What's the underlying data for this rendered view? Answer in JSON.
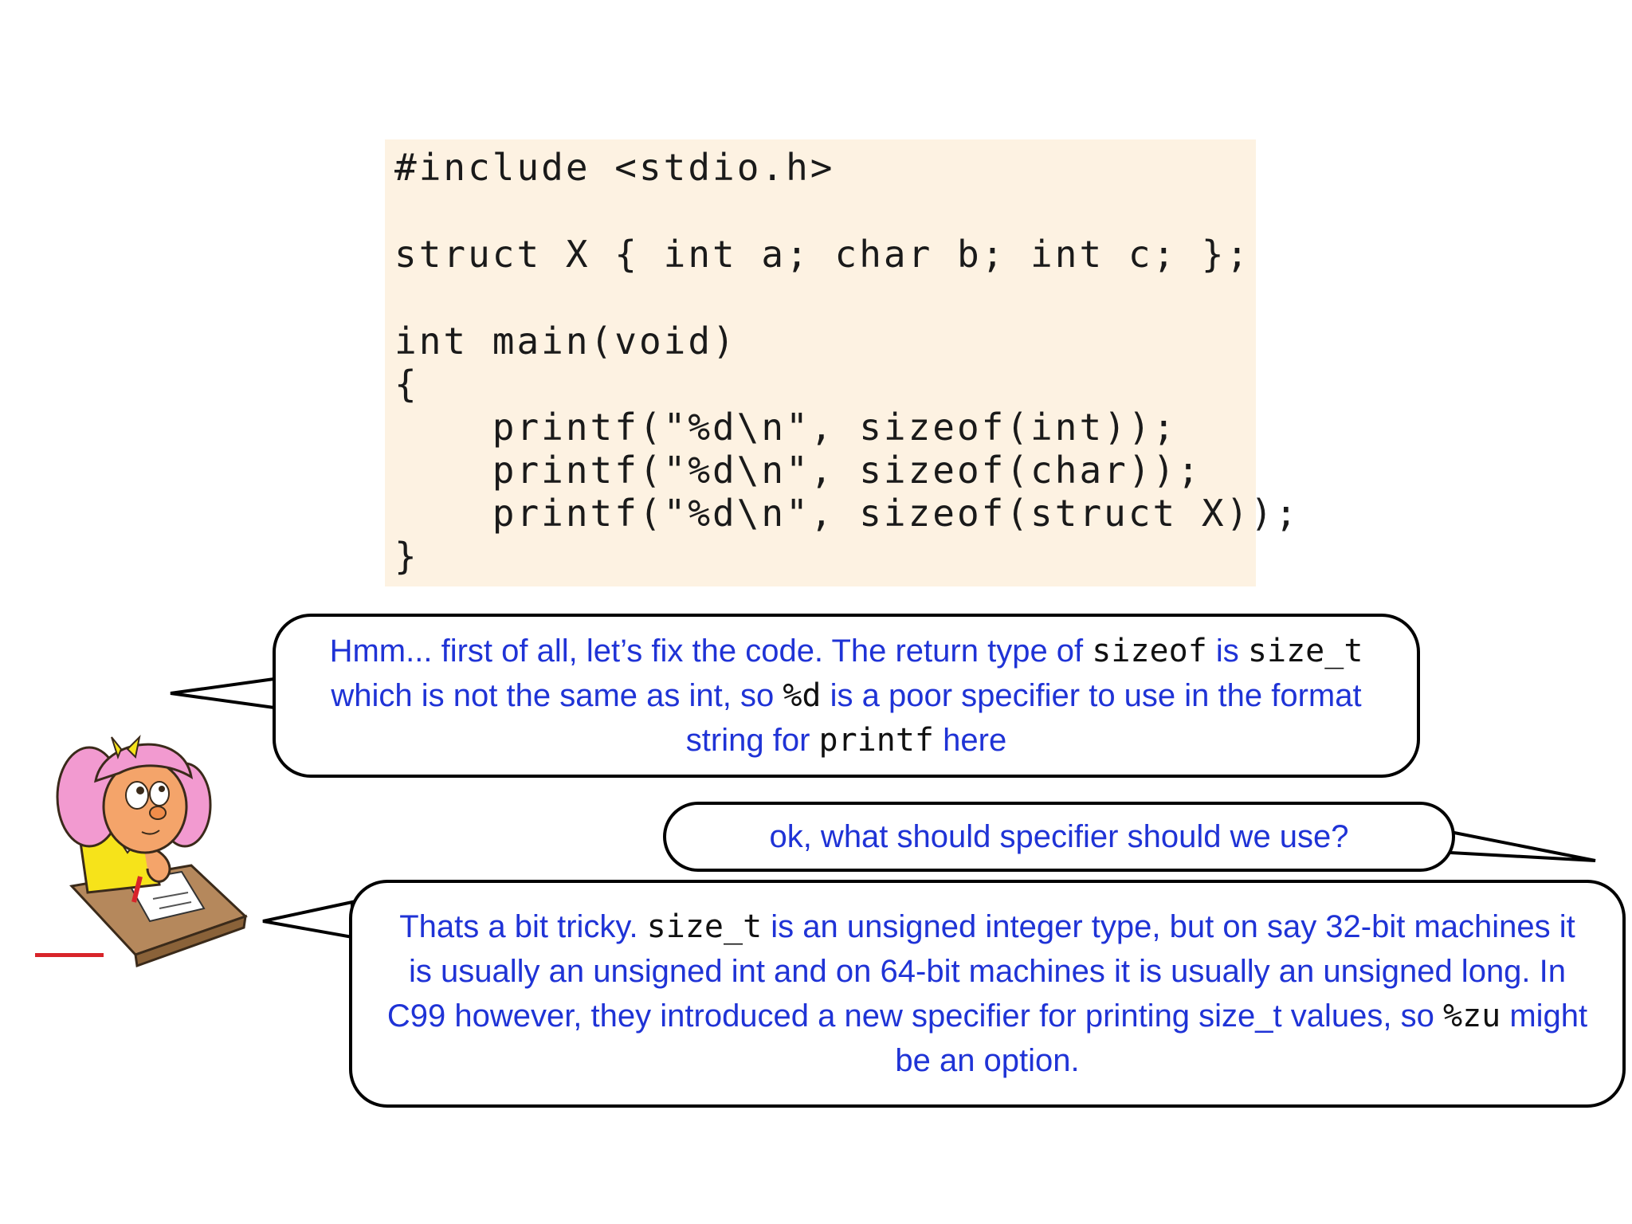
{
  "code": {
    "lines": [
      "#include <stdio.h>",
      "struct X { int a; char b; int c; };",
      "int main(void)",
      "{",
      "    printf(\"%d\\n\", sizeof(int));",
      "    printf(\"%d\\n\", sizeof(char));",
      "    printf(\"%d\\n\", sizeof(struct X));",
      "}"
    ]
  },
  "bubble1": {
    "t1": "Hmm... first of all, let’s fix the code. The return type of ",
    "c1": "sizeof",
    "t2": " is ",
    "c2": "size_t",
    "t3": " which is not the same as int, so ",
    "c3": "%d",
    "t4": " is a poor specifier to use in the format string for ",
    "c4": "printf",
    "t5": " here"
  },
  "bubble2": {
    "text": "ok, what should specifier should we use?"
  },
  "bubble3": {
    "t1": "Thats a bit tricky. ",
    "c1": "size_t",
    "t2": " is an unsigned integer type, but on say 32-bit machines it is usually an unsigned int and on 64-bit machines it is usually an unsigned long. In C99 however, they introduced a new specifier for printing size_t values, so ",
    "c2": "%zu",
    "t3": " might be an option."
  },
  "colors": {
    "code_background": "#fdf2e2",
    "bubble_text": "#1f33d6",
    "code_text": "#1a1a1a"
  }
}
